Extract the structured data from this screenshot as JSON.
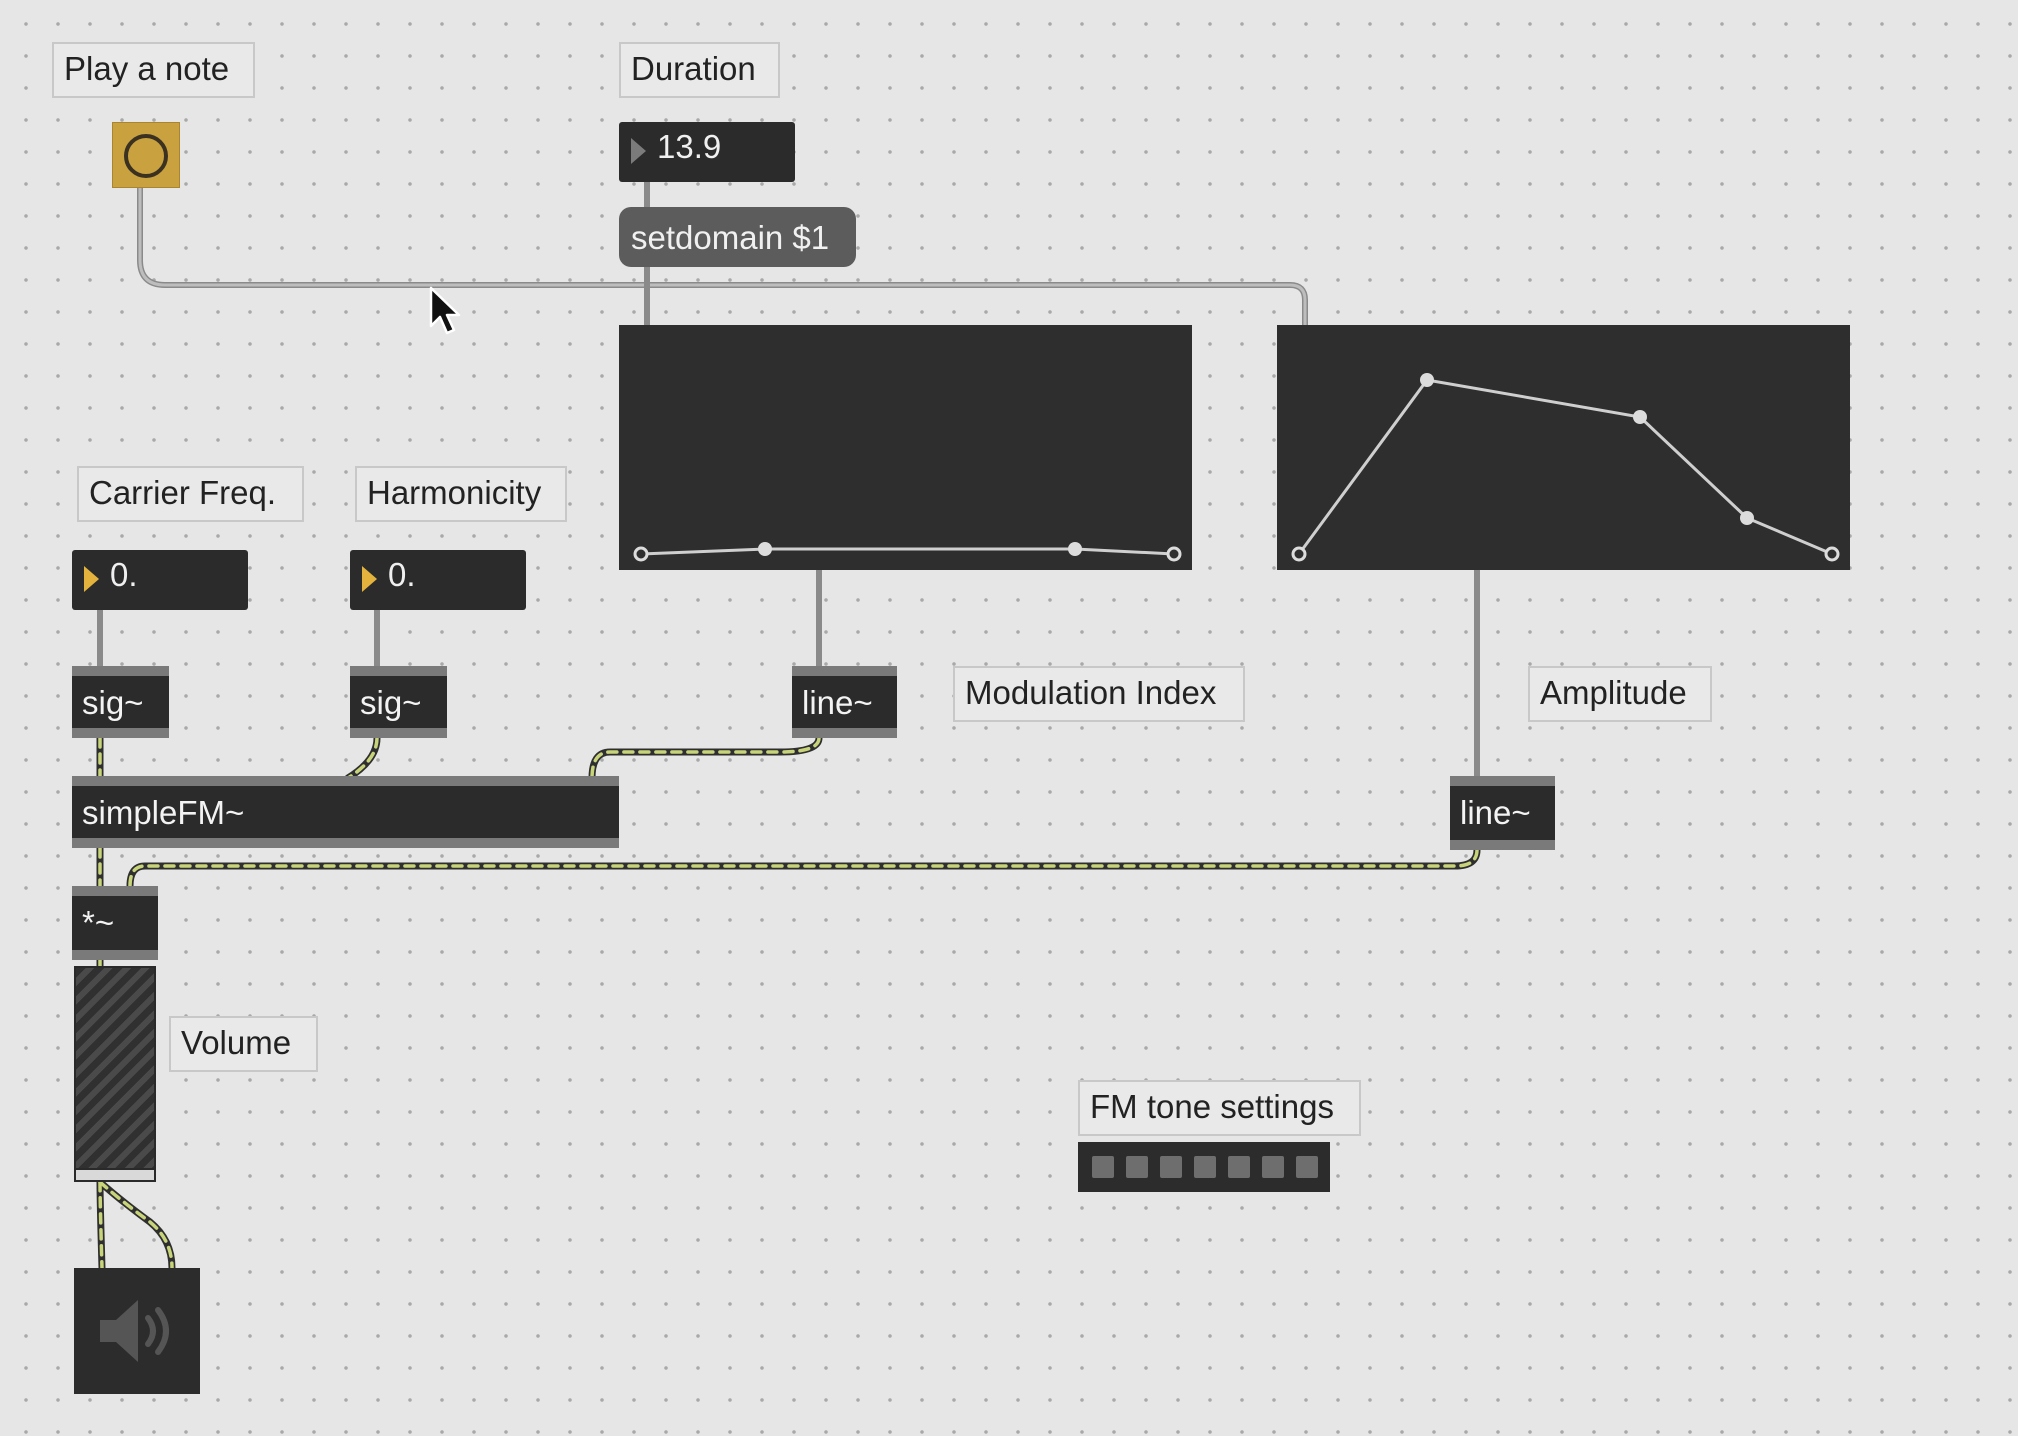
{
  "comments": {
    "play_note": "Play a note",
    "duration": "Duration",
    "carrier_freq": "Carrier Freq.",
    "harmonicity": "Harmonicity",
    "modulation_index": "Modulation Index",
    "amplitude": "Amplitude",
    "volume": "Volume",
    "fm_tone_settings": "FM tone settings"
  },
  "number_boxes": {
    "duration_value": "13.9",
    "carrier_freq_value": "0.",
    "harmonicity_value": "0."
  },
  "messages": {
    "setdomain": "setdomain $1"
  },
  "objects": {
    "sig_carrier": "sig~",
    "sig_harmonicity": "sig~",
    "line_mod": "line~",
    "line_amp": "line~",
    "simplefm": "simpleFM~",
    "multiply": "*~"
  },
  "icons": {
    "bang": "bang-circle-icon",
    "speaker": "speaker-icon",
    "cursor": "mouse-pointer-icon"
  },
  "colors": {
    "canvas": "#e6e6e6",
    "object_bg": "#2b2b2b",
    "bang_accent": "#c9a23f",
    "signal_patchcord": "#c8d37a",
    "message_bg": "#5c5c5c"
  }
}
